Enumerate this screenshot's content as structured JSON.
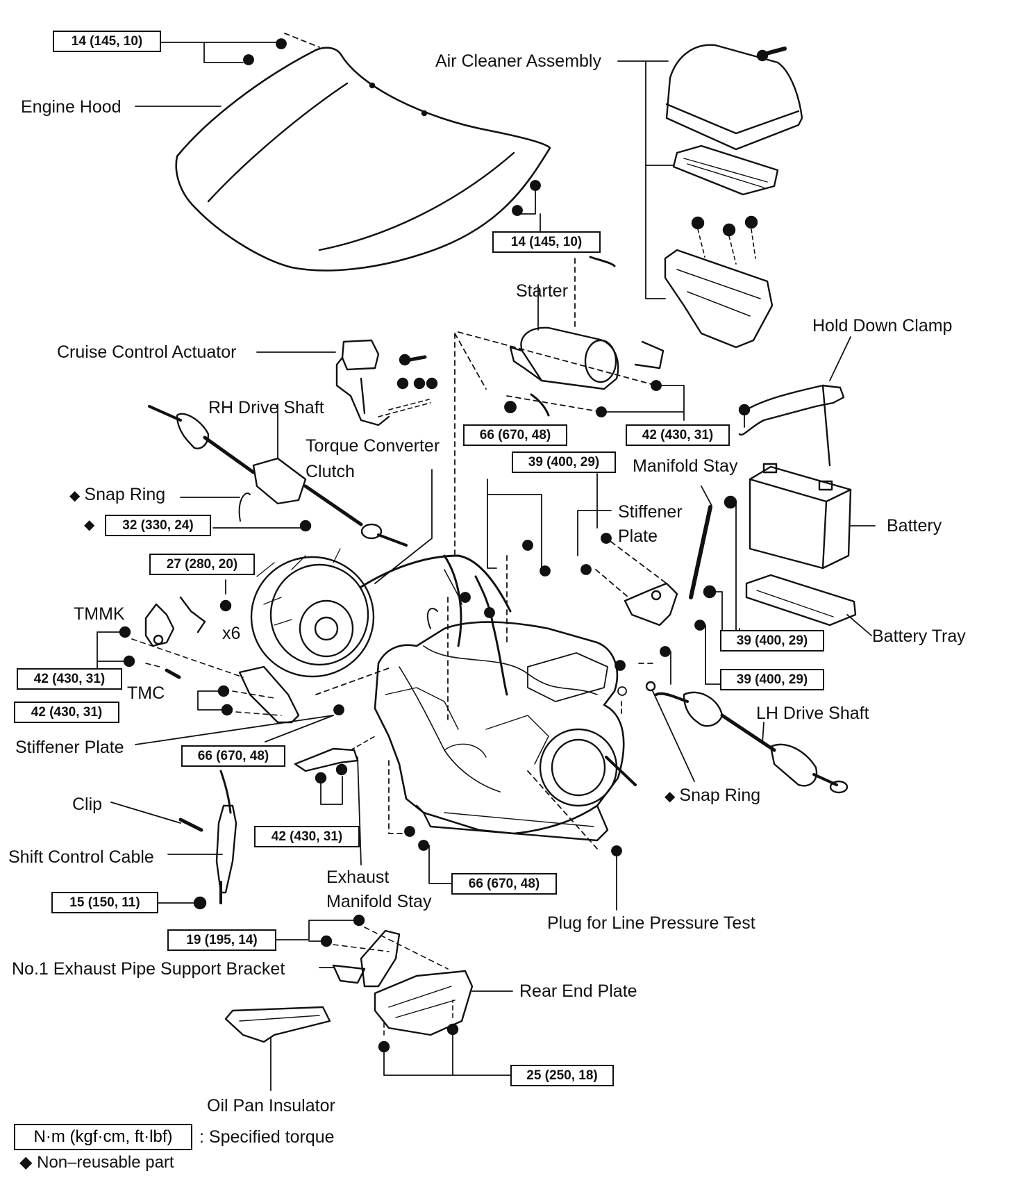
{
  "diagram": {
    "labels": {
      "engine_hood": "Engine Hood",
      "air_cleaner_assembly": "Air Cleaner Assembly",
      "starter": "Starter",
      "hold_down_clamp": "Hold Down Clamp",
      "cruise_control_actuator": "Cruise Control Actuator",
      "rh_drive_shaft": "RH Drive Shaft",
      "torque_converter_clutch_1": "Torque Converter",
      "torque_converter_clutch_2": "Clutch",
      "snap_ring_rh": "Snap Ring",
      "manifold_stay": "Manifold Stay",
      "stiffener_plate_right_1": "Stiffener",
      "stiffener_plate_right_2": "Plate",
      "battery": "Battery",
      "battery_tray": "Battery Tray",
      "tmmk": "TMMK",
      "x6": "x6",
      "tmc": "TMC",
      "stiffener_plate_left": "Stiffener Plate",
      "lh_drive_shaft": "LH Drive Shaft",
      "snap_ring_lh": "Snap Ring",
      "clip": "Clip",
      "shift_control_cable": "Shift Control Cable",
      "exhaust_manifold_stay_1": "Exhaust",
      "exhaust_manifold_stay_2": "Manifold Stay",
      "plug_line_pressure_test": "Plug for Line Pressure Test",
      "exhaust_pipe_support_bracket": "No.1 Exhaust Pipe Support Bracket",
      "rear_end_plate": "Rear End Plate",
      "oil_pan_insulator": "Oil Pan Insulator"
    },
    "torques": {
      "hood_bolts": "14 (145, 10)",
      "air_cleaner_bolts": "14 (145, 10)",
      "starter_left": "66 (670, 48)",
      "starter_right": "42 (430, 31)",
      "stiffener_upper": "39 (400, 29)",
      "snap_ring_bolt": "32 (330, 24)",
      "converter_bolts": "27 (280, 20)",
      "tmmk_bolt": "42 (430, 31)",
      "tmc_bolt": "42 (430, 31)",
      "manifold_stay_bolt": "39 (400, 29)",
      "stiffener_lower": "39 (400, 29)",
      "left_mount": "66 (670, 48)",
      "exhaust_stay": "42 (430, 31)",
      "lower_bolts": "66 (670, 48)",
      "shift_cable": "15 (150, 11)",
      "exhaust_bracket": "19 (195, 14)",
      "rear_plate": "25 (250, 18)"
    },
    "non_reusable_symbol": "◆",
    "legend": {
      "unit_box": "N·m (kgf·cm, ft·lbf)",
      "unit_desc": ": Specified torque",
      "non_reusable": "◆ Non–reusable part"
    }
  }
}
